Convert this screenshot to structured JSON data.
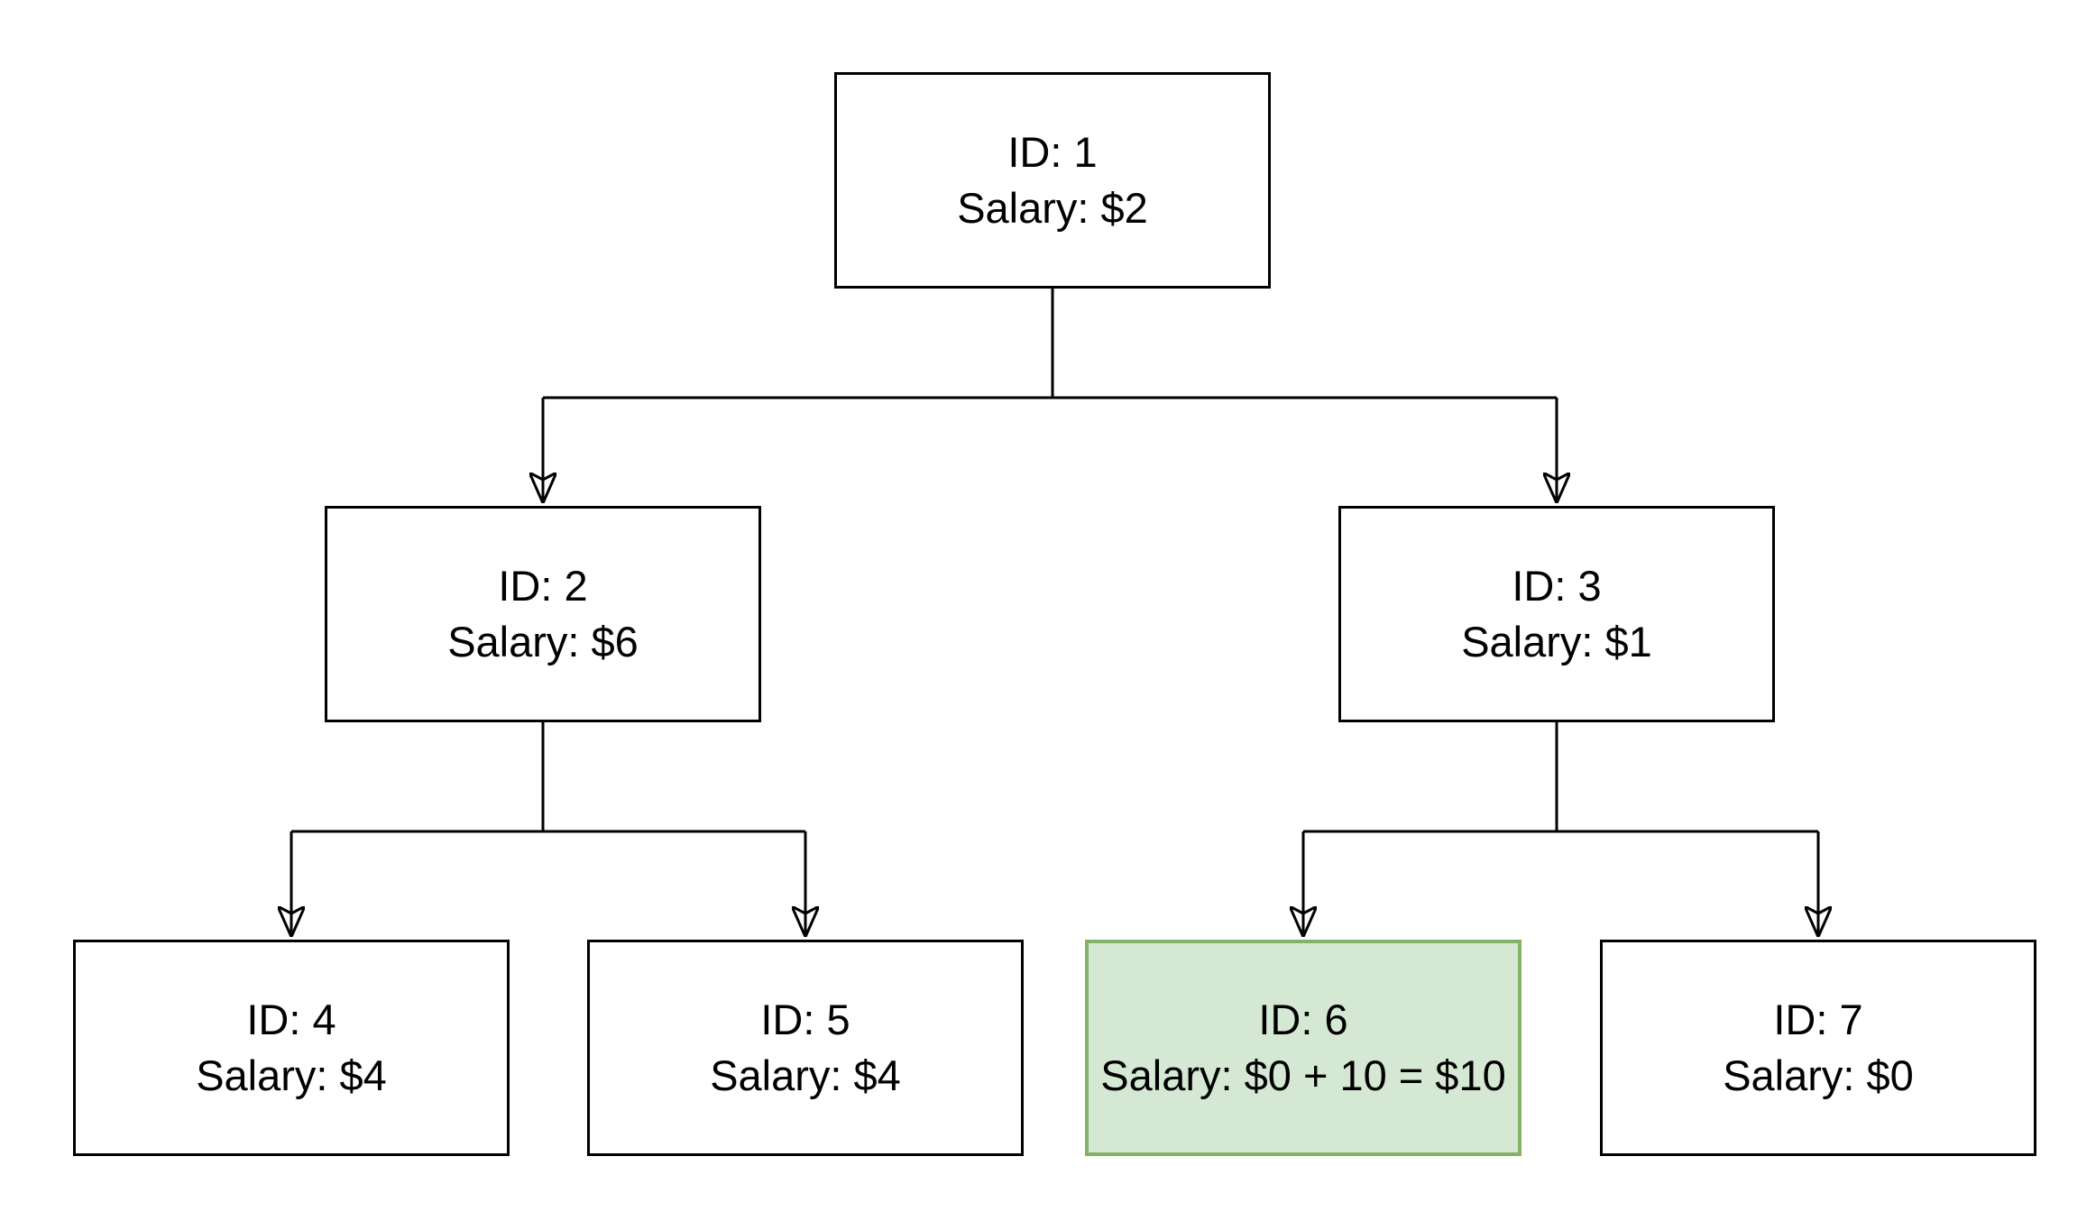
{
  "page": {
    "background": "#ffffff"
  },
  "colors": {
    "node_fill": "#ffffff",
    "node_border": "#000000",
    "highlight_fill": "#d5e8d4",
    "highlight_border": "#82b366",
    "connector": "#000000",
    "text": "#000000"
  },
  "diagram": {
    "type": "tree",
    "nodes": [
      {
        "id": "1",
        "id_label": "ID: 1",
        "salary_label": "Salary: $2",
        "highlighted": false
      },
      {
        "id": "2",
        "id_label": "ID: 2",
        "salary_label": "Salary: $6",
        "highlighted": false
      },
      {
        "id": "3",
        "id_label": "ID: 3",
        "salary_label": "Salary: $1",
        "highlighted": false
      },
      {
        "id": "4",
        "id_label": "ID: 4",
        "salary_label": "Salary: $4",
        "highlighted": false
      },
      {
        "id": "5",
        "id_label": "ID: 5",
        "salary_label": "Salary: $4",
        "highlighted": false
      },
      {
        "id": "6",
        "id_label": "ID: 6",
        "salary_label": "Salary: $0 + 10 = $10",
        "highlighted": true
      },
      {
        "id": "7",
        "id_label": "ID: 7",
        "salary_label": "Salary: $0",
        "highlighted": false
      }
    ],
    "edges": [
      {
        "from": "1",
        "to": "2"
      },
      {
        "from": "1",
        "to": "3"
      },
      {
        "from": "2",
        "to": "4"
      },
      {
        "from": "2",
        "to": "5"
      },
      {
        "from": "3",
        "to": "6"
      },
      {
        "from": "3",
        "to": "7"
      }
    ]
  }
}
